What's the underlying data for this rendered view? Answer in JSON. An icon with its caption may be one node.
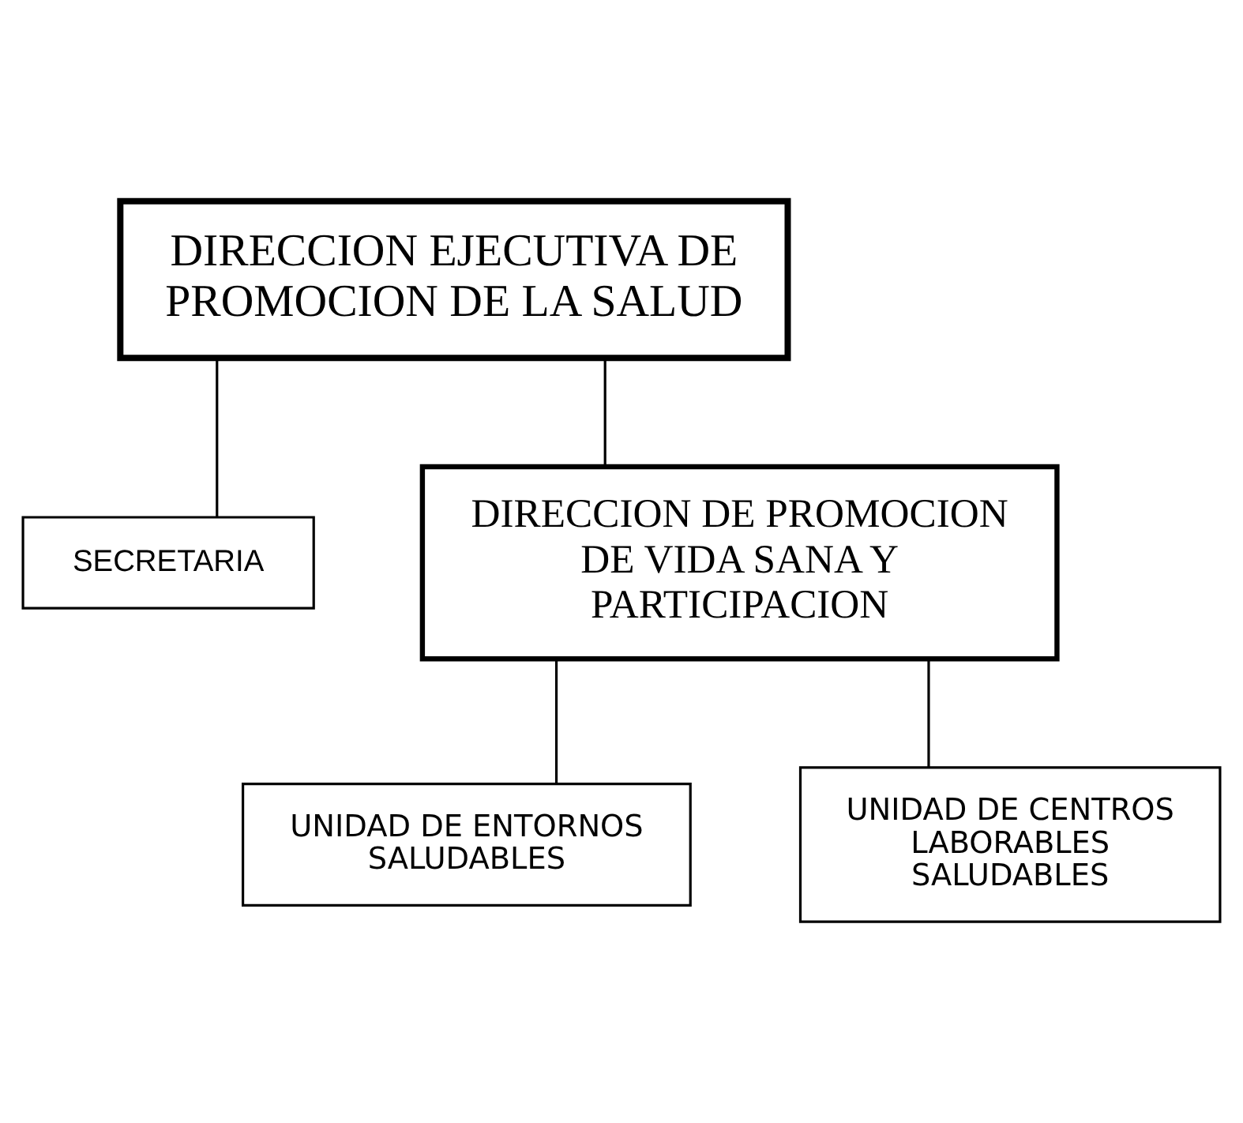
{
  "diagram": {
    "nodes": [
      {
        "text": [
          "DIRECCION EJECUTIVA DE PROMOCION DE LA SALUD"
        ]
      },
      {
        "text": [
          "SECRETARIA"
        ]
      },
      {
        "text": [
          "DIRECCION DE PROMOCION DE VIDA SANA Y PARTICIPACION"
        ]
      },
      {
        "text": [
          "UNIDAD DE ENTORNOS SALUDABLES"
        ]
      },
      {
        "text": [
          "UNIDAD DE CENTROS LABORABLES SALUDABLES"
        ]
      }
    ],
    "edges": [
      {
        "from": 0,
        "to": 1,
        "arrow": "none"
      },
      {
        "from": 0,
        "to": 2,
        "arrow": "none"
      },
      {
        "from": 2,
        "to": 3,
        "arrow": "none"
      },
      {
        "from": 2,
        "to": 4,
        "arrow": "none"
      }
    ]
  }
}
